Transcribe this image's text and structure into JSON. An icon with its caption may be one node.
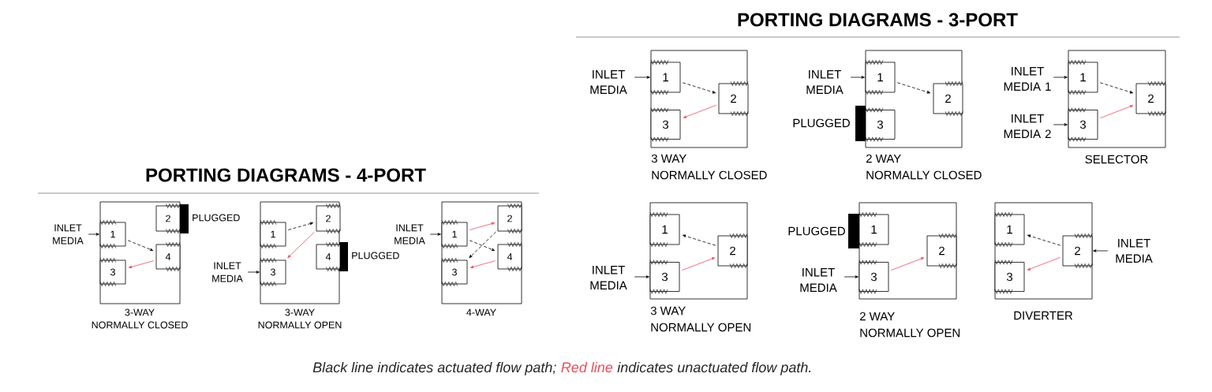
{
  "diagram": {
    "nodes": [
      {
        "text": [
          "INLET MEDIA"
        ]
      },
      {
        "text": [],
        "shape": "box",
        "beside": [
          "3-WAY",
          "NORMALLY CLOSED"
        ]
      },
      {
        "text": [
          "2"
        ],
        "in": 1
      },
      {
        "text": [
          "1"
        ],
        "in": 1
      },
      {
        "text": [
          "4"
        ],
        "in": 1
      },
      {
        "text": [
          "3"
        ],
        "in": 1
      },
      {
        "text": [
          "INLET MEDIA"
        ]
      },
      {
        "text": [],
        "shape": "box",
        "beside": [
          "3-WAY",
          "NORMALLY OPEN"
        ]
      },
      {
        "text": [
          "2"
        ],
        "in": 7
      },
      {
        "text": [
          "1"
        ],
        "in": 7
      },
      {
        "text": [
          "4"
        ],
        "in": 7
      },
      {
        "text": [
          "3"
        ],
        "in": 7
      },
      {
        "text": [
          "INLET MEDIA"
        ]
      },
      {
        "text": [],
        "shape": "box",
        "beside": [
          "4-WAY"
        ]
      },
      {
        "text": [
          "2"
        ],
        "in": 13
      },
      {
        "text": [
          "1"
        ],
        "in": 13
      },
      {
        "text": [
          "4"
        ],
        "in": 13
      },
      {
        "text": [
          "3"
        ],
        "in": 13
      },
      {
        "text": [
          "INLET MEDIA"
        ]
      },
      {
        "text": [],
        "shape": "box",
        "beside": [
          "3 WAY",
          "NORMALLY CLOSED"
        ]
      },
      {
        "text": [
          "1"
        ],
        "in": 19
      },
      {
        "text": [
          "2"
        ],
        "in": 19
      },
      {
        "text": [
          "3"
        ],
        "in": 19
      },
      {
        "text": [
          "INLET MEDIA"
        ]
      },
      {
        "text": [],
        "shape": "box",
        "beside": [
          "2 WAY",
          "NORMALLY CLOSED"
        ]
      },
      {
        "text": [
          "1"
        ],
        "in": 24
      },
      {
        "text": [
          "2"
        ],
        "in": 24
      },
      {
        "text": [
          "3"
        ],
        "in": 24
      },
      {
        "text": [
          "INLET MEDIA 1"
        ]
      },
      {
        "text": [
          "INLET MEDIA 2"
        ]
      },
      {
        "text": [],
        "shape": "box",
        "beside": [
          "SELECTOR"
        ]
      },
      {
        "text": [
          "1"
        ],
        "in": 30
      },
      {
        "text": [
          "2"
        ],
        "in": 30
      },
      {
        "text": [
          "3"
        ],
        "in": 30
      },
      {
        "text": [
          "INLET MEDIA"
        ]
      },
      {
        "text": [],
        "shape": "box",
        "beside": [
          "3 WAY",
          "NORMALLY OPEN"
        ]
      },
      {
        "text": [
          "1"
        ],
        "in": 35
      },
      {
        "text": [
          "2"
        ],
        "in": 35
      },
      {
        "text": [
          "3"
        ],
        "in": 35
      },
      {
        "text": [
          "INLET MEDIA"
        ]
      },
      {
        "text": [],
        "shape": "box",
        "beside": [
          "2 WAY",
          "NORMALLY OPEN"
        ]
      },
      {
        "text": [
          "1"
        ],
        "in": 40
      },
      {
        "text": [
          "2"
        ],
        "in": 40
      },
      {
        "text": [
          "3"
        ],
        "in": 40
      },
      {
        "text": [
          "INLET MEDIA"
        ]
      },
      {
        "text": [],
        "shape": "box",
        "beside": [
          "DIVERTER"
        ]
      },
      {
        "text": [
          "1"
        ],
        "in": 45
      },
      {
        "text": [
          "2"
        ],
        "in": 45
      },
      {
        "text": [
          "3"
        ],
        "in": 45
      }
    ],
    "edges": [
      {
        "from": 0,
        "to": 3,
        "arrow": "to"
      },
      {
        "from": 3,
        "to": 4,
        "arrow": "to",
        "style": "dashed"
      },
      {
        "from": 4,
        "to": 5,
        "arrow": "to",
        "color": "#ee4d5c"
      },
      {
        "from": 6,
        "to": 11,
        "arrow": "to"
      },
      {
        "from": 9,
        "to": 8,
        "arrow": "to",
        "style": "dashed"
      },
      {
        "from": 8,
        "to": 11,
        "arrow": "to",
        "color": "#ee4d5c"
      },
      {
        "from": 12,
        "to": 15,
        "arrow": "to"
      },
      {
        "from": 15,
        "to": 14,
        "arrow": "to",
        "color": "#ee4d5c"
      },
      {
        "from": 15,
        "to": 16,
        "arrow": "to",
        "style": "dashed"
      },
      {
        "from": 14,
        "to": 17,
        "arrow": "to",
        "style": "dashed"
      },
      {
        "from": 16,
        "to": 17,
        "arrow": "to",
        "color": "#ee4d5c"
      },
      {
        "from": 18,
        "to": 20,
        "arrow": "to"
      },
      {
        "from": 20,
        "to": 21,
        "arrow": "to",
        "style": "dashed"
      },
      {
        "from": 21,
        "to": 22,
        "arrow": "to",
        "color": "#ee4d5c"
      },
      {
        "from": 23,
        "to": 25,
        "arrow": "to"
      },
      {
        "from": 25,
        "to": 26,
        "arrow": "to",
        "style": "dashed"
      },
      {
        "from": 28,
        "to": 31,
        "arrow": "to"
      },
      {
        "from": 29,
        "to": 33,
        "arrow": "to"
      },
      {
        "from": 31,
        "to": 32,
        "arrow": "to",
        "style": "dashed"
      },
      {
        "from": 33,
        "to": 32,
        "arrow": "to",
        "color": "#ee4d5c"
      },
      {
        "from": 34,
        "to": 38,
        "arrow": "to"
      },
      {
        "from": 37,
        "to": 36,
        "arrow": "to",
        "style": "dashed"
      },
      {
        "from": 38,
        "to": 37,
        "arrow": "to",
        "color": "#ee4d5c"
      },
      {
        "from": 39,
        "to": 43,
        "arrow": "to"
      },
      {
        "from": 43,
        "to": 42,
        "arrow": "to",
        "color": "#ee4d5c"
      },
      {
        "from": 44,
        "to": 47,
        "arrow": "to"
      },
      {
        "from": 47,
        "to": 46,
        "arrow": "to",
        "style": "dashed"
      },
      {
        "from": 47,
        "to": 48,
        "arrow": "to",
        "color": "#ee4d5c"
      }
    ],
    "labels": [
      "PORTING DIAGRAMS - 3-PORT",
      "PLUGGED",
      "PORTING DIAGRAMS - 4-PORT",
      "PLUGGED",
      "PLUGGED",
      "PLUGGED",
      "Black line indicates actuated flow path;",
      "Red line",
      "indicates unactuated flow path."
    ]
  }
}
